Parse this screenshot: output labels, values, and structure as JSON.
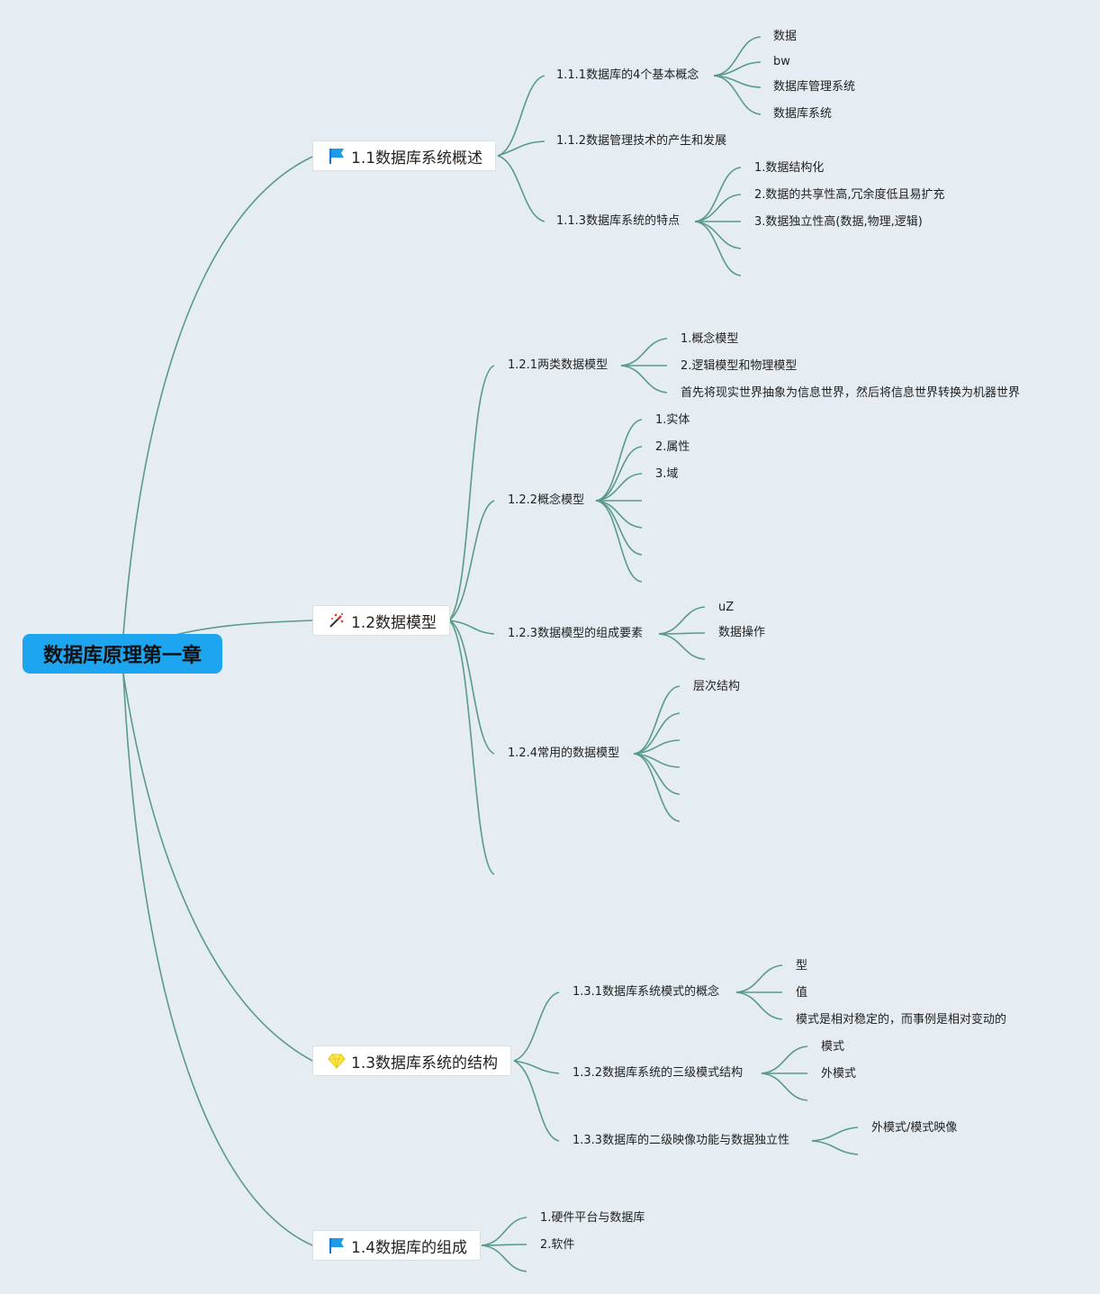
{
  "root": {
    "label": "数据库原理第一章"
  },
  "topics": {
    "t1": {
      "label": "1.1数据库系统概述",
      "icon": "blue-flag-icon"
    },
    "t2": {
      "label": "1.2数据模型",
      "icon": "magic-wand-icon"
    },
    "t3": {
      "label": "1.3数据库系统的结构",
      "icon": "diamond-icon"
    },
    "t4": {
      "label": "1.4数据库的组成",
      "icon": "blue-flag-icon"
    }
  },
  "subtopics": {
    "s111": "1.1.1数据库的4个基本概念",
    "s112": "1.1.2数据管理技术的产生和发展",
    "s113": "1.1.3数据库系统的特点",
    "s121": "1.2.1两类数据模型",
    "s122": "1.2.2概念模型",
    "s123": "1.2.3数据模型的组成要素",
    "s124": "1.2.4常用的数据模型",
    "s131": "1.3.1数据库系统模式的概念",
    "s132": "1.3.2数据库系统的三级模式结构",
    "s133": "1.3.3数据库的二级映像功能与数据独立性"
  },
  "leaves": {
    "l111": [
      "数据",
      "bw",
      "数据库管理系统",
      "数据库系统"
    ],
    "l113": [
      "1.数据结构化",
      "2.数据的共享性高,冗余度低且易扩充",
      "3.数据独立性高(数据,物理,逻辑)"
    ],
    "l121": [
      "1.概念模型",
      "2.逻辑模型和物理模型",
      "首先将现实世界抽象为信息世界，然后将信息世界转换为机器世界"
    ],
    "l122": [
      "1.实体",
      "2.属性",
      "3.域"
    ],
    "l123": [
      "uZ",
      "数据操作"
    ],
    "l124": [
      "层次结构"
    ],
    "l131": [
      "型",
      "值",
      "模式是相对稳定的，而事例是相对变动的"
    ],
    "l132": [
      "模式",
      "外模式"
    ],
    "l133": [
      "外模式/模式映像"
    ],
    "l14": [
      "1.硬件平台与数据库",
      "2.软件"
    ]
  },
  "colors": {
    "root_bg": "#1ea5f0",
    "edge": "#5a9a8a",
    "background": "#e5edf2"
  }
}
